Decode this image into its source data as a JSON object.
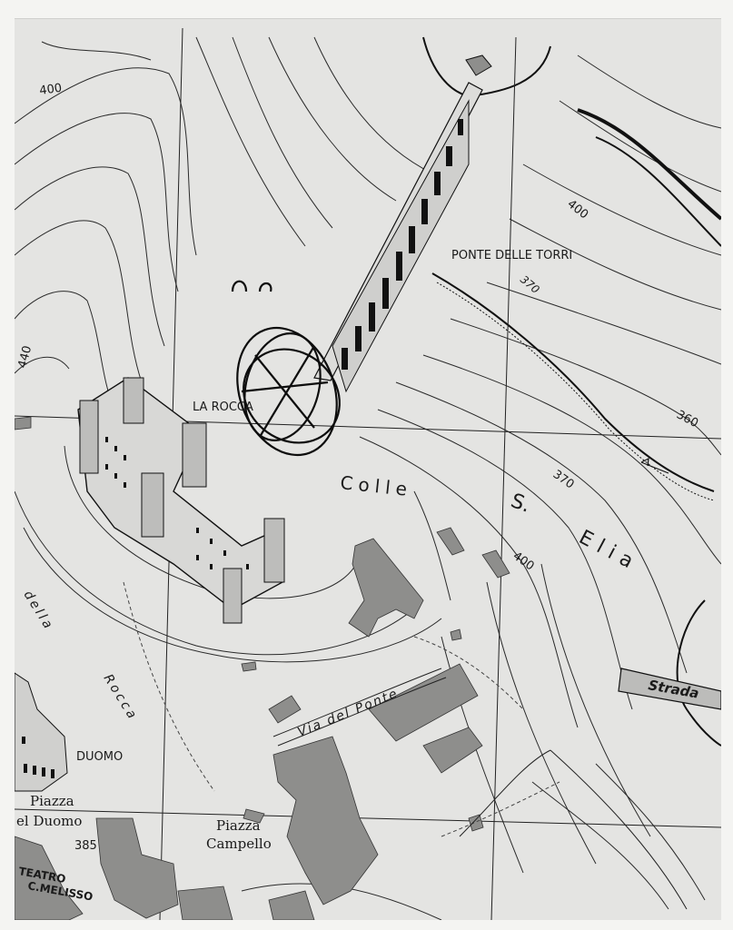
{
  "map": {
    "labels": {
      "ponte_delle_torri": "PONTE DELLE TORRI",
      "la_rocca": "LA ROCCA",
      "colle": "Colle",
      "s": "S.",
      "elia": "Elia",
      "via_del_ponte": "Via del Ponte",
      "della": "della",
      "rocca": "Rocca",
      "duomo": "DUOMO",
      "piazza_duomo_1": "Piazza",
      "piazza_duomo_2": "el Duomo",
      "piazza_campello_1": "Piazza",
      "piazza_campello_2": "Campello",
      "teatro_1": "TEATRO",
      "teatro_2": "C.MELISSO",
      "strada": "Strada"
    },
    "elevations": {
      "e400_top_left": "400",
      "e440": "440",
      "e400_right": "400",
      "e370_upper": "370",
      "e360": "360",
      "e370_lower": "370",
      "e400_lower": "400",
      "e385": "385"
    },
    "colors": {
      "paper": "#e4e4e2",
      "ink": "#1a1a1a",
      "building": "#8e8e8c"
    }
  }
}
